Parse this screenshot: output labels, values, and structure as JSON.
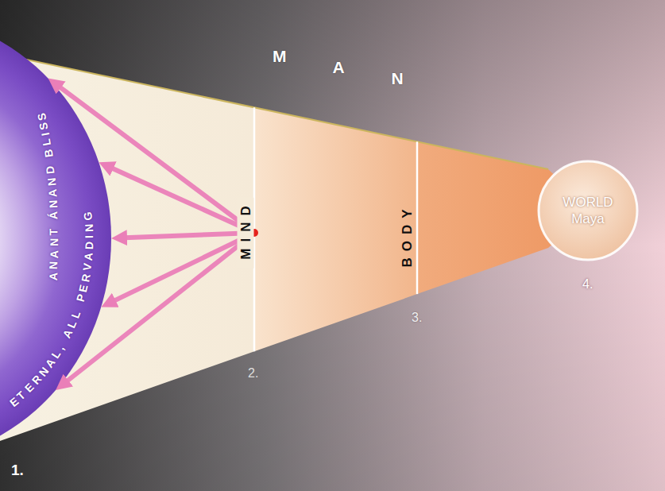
{
  "diagram": {
    "nodes": [
      {
        "text": [
          "ETERNAL, ALL PERVADING",
          "ANANT ÁNAND BLISS"
        ]
      },
      {
        "text": [
          "MAN"
        ]
      },
      {
        "text": [
          "MIND"
        ],
        "in": 1
      },
      {
        "text": [
          "BODY"
        ],
        "in": 1
      },
      {
        "text": [
          "WORLD",
          "Maya"
        ]
      }
    ],
    "edges": [
      {
        "from": 2,
        "to": 0,
        "arrow": "to"
      },
      {
        "from": 2,
        "to": 0,
        "arrow": "to"
      },
      {
        "from": 2,
        "to": 0,
        "arrow": "to"
      },
      {
        "from": 2,
        "to": 0,
        "arrow": "to"
      },
      {
        "from": 2,
        "to": 0,
        "arrow": "to"
      }
    ],
    "labels": [
      "1.",
      "2.",
      "3.",
      "4."
    ]
  }
}
